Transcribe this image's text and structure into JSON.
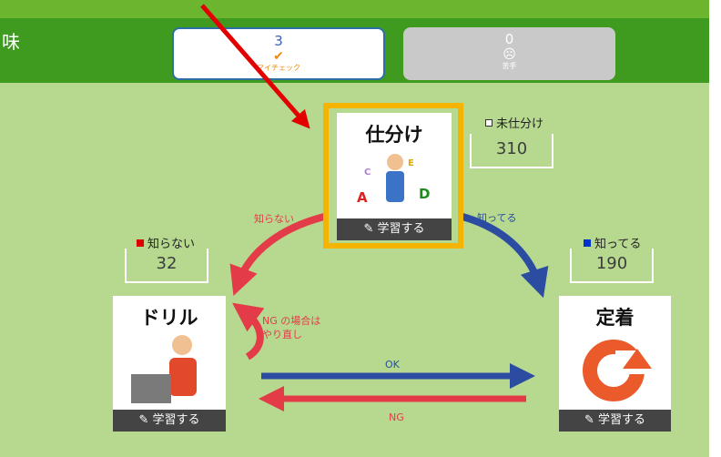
{
  "header": {
    "title_fragment": "味",
    "counters": [
      {
        "value": "3",
        "icon": "checkmark-icon",
        "label": "マイチェック"
      },
      {
        "value": "0",
        "icon": "sad-face-icon",
        "label": "苦手"
      }
    ]
  },
  "unsorted": {
    "label": "未仕分け",
    "value": "310"
  },
  "unknown": {
    "label": "知らない",
    "value": "32",
    "color": "#e00000"
  },
  "known": {
    "label": "知ってる",
    "value": "190",
    "color": "#0033cc"
  },
  "cards": {
    "sort": {
      "title": "仕分け",
      "button": "学習する"
    },
    "drill": {
      "title": "ドリル",
      "button": "学習する"
    },
    "fix": {
      "title": "定着",
      "button": "学習する"
    }
  },
  "arrows": {
    "to_unknown": "知らない",
    "to_known": "知ってる",
    "ng_retry_line1": "NG の場合は",
    "ng_retry_line2": "やり直し",
    "ok": "OK",
    "ng": "NG"
  },
  "colors": {
    "red_arrow": "#e43b49",
    "blue_arrow": "#2b4ca0",
    "highlight": "#f5b400",
    "pointer": "#e30000"
  }
}
